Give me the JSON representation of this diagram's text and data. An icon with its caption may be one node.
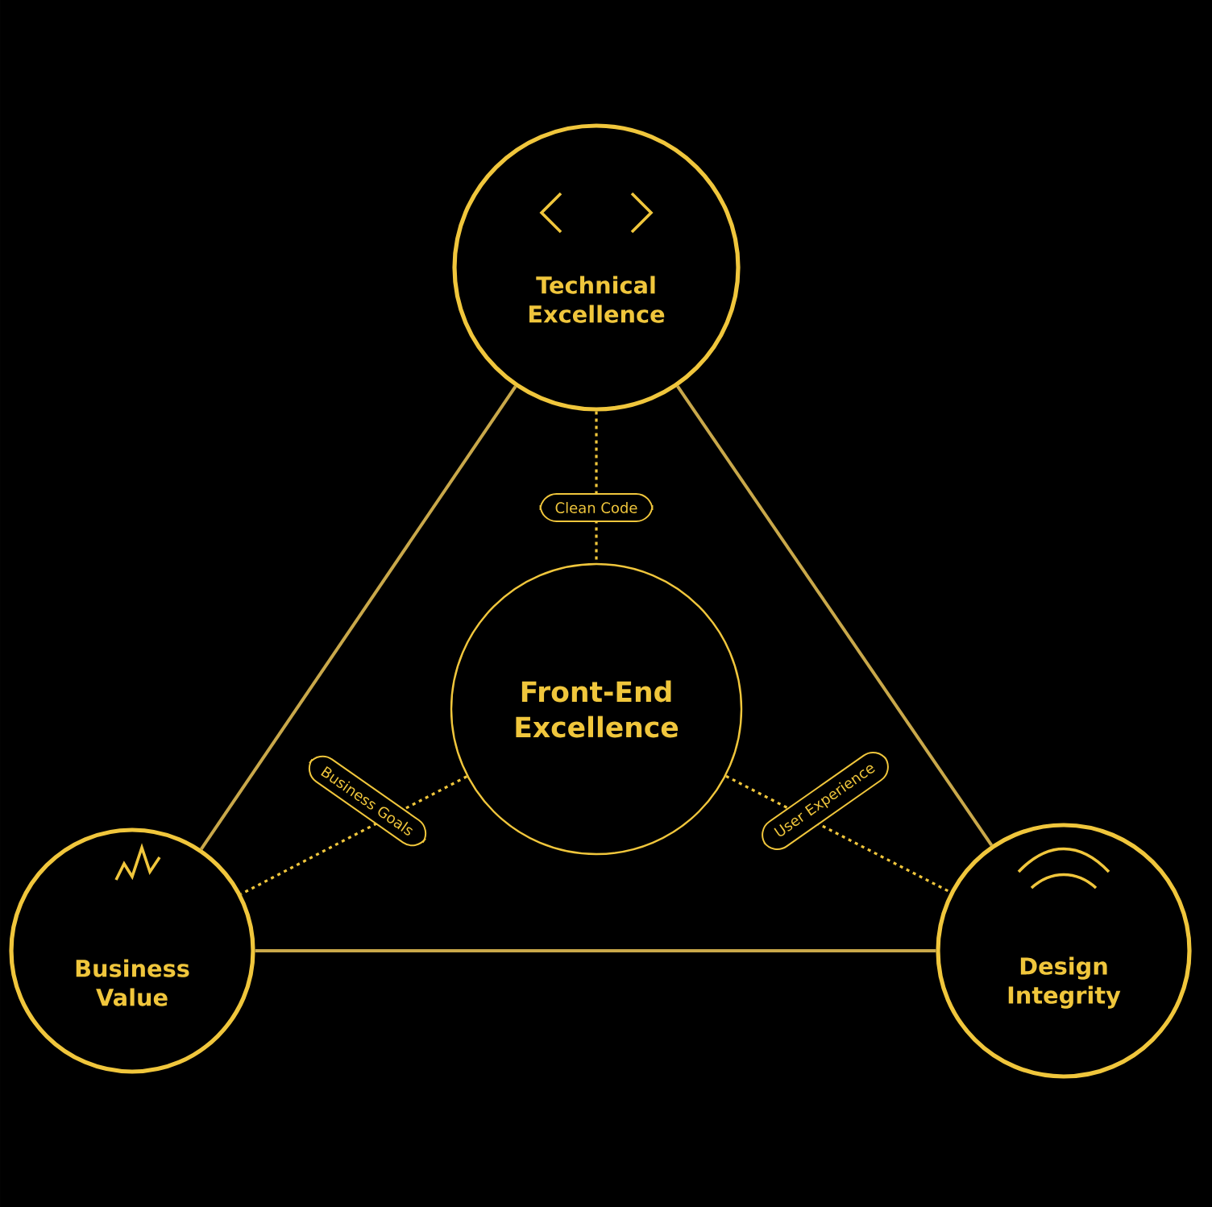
{
  "diagram": {
    "nodes": [
      {
        "text": [
          "Technical Excellence"
        ]
      },
      {
        "text": [
          "Front-End Excellence"
        ]
      },
      {
        "text": [
          "Business Value"
        ]
      },
      {
        "text": [
          "Design Integrity"
        ]
      }
    ],
    "edges": [
      {
        "from": 0,
        "to": 2,
        "arrow": "none"
      },
      {
        "from": 0,
        "to": 3,
        "arrow": "none"
      },
      {
        "from": 2,
        "to": 3,
        "arrow": "none"
      },
      {
        "from": 0,
        "to": 1,
        "arrow": "none",
        "style": "dashed",
        "label": "Clean Code"
      },
      {
        "from": 1,
        "to": 2,
        "arrow": "none",
        "style": "dashed",
        "label": "Business Goals"
      },
      {
        "from": 1,
        "to": 3,
        "arrow": "none",
        "style": "dashed",
        "label": "User Experience"
      }
    ]
  }
}
